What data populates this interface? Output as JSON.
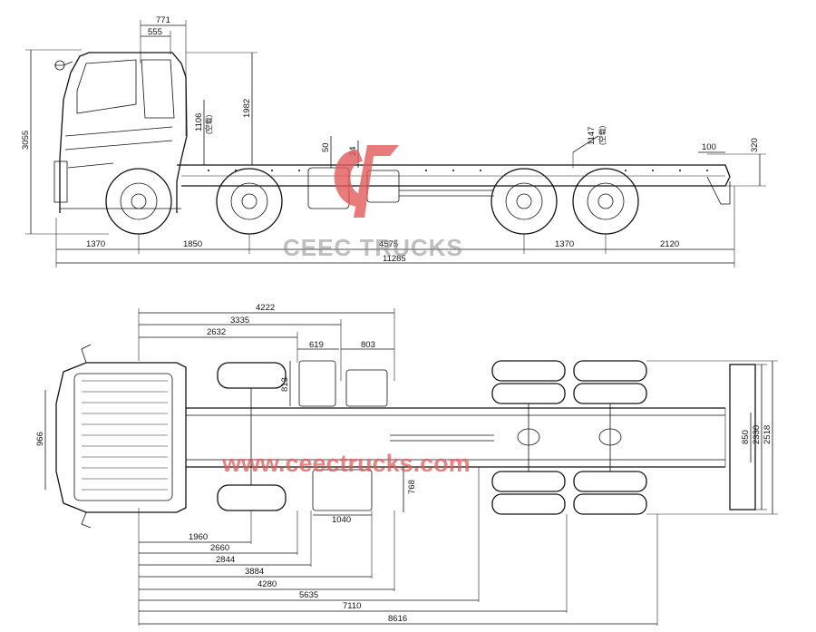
{
  "side_view": {
    "dims_top": [
      "771",
      "555"
    ],
    "dims_vertical": [
      "3055",
      "1982",
      "1106",
      "50",
      "24",
      "1147",
      "100",
      "320"
    ],
    "note": "(空载)",
    "dims_bottom": [
      "1370",
      "1850",
      "4575",
      "1370",
      "2120",
      "11285"
    ]
  },
  "top_view": {
    "dims_top": [
      "4222",
      "3335",
      "2632",
      "619",
      "803"
    ],
    "dims_left": [
      "966"
    ],
    "dims_inner": [
      "813",
      "768",
      "1040"
    ],
    "dims_right": [
      "850",
      "2330",
      "2518"
    ],
    "dims_bottom": [
      "1960",
      "2660",
      "2844",
      "3884",
      "4280",
      "5635",
      "7110",
      "8616"
    ]
  },
  "watermarks": {
    "brand": "CEEC TRUCKS",
    "url": "www.ceectrucks.com"
  },
  "colors": {
    "line": "#111111",
    "watermark_grey": "#8a8a8a",
    "watermark_red": "#e25b5b"
  }
}
